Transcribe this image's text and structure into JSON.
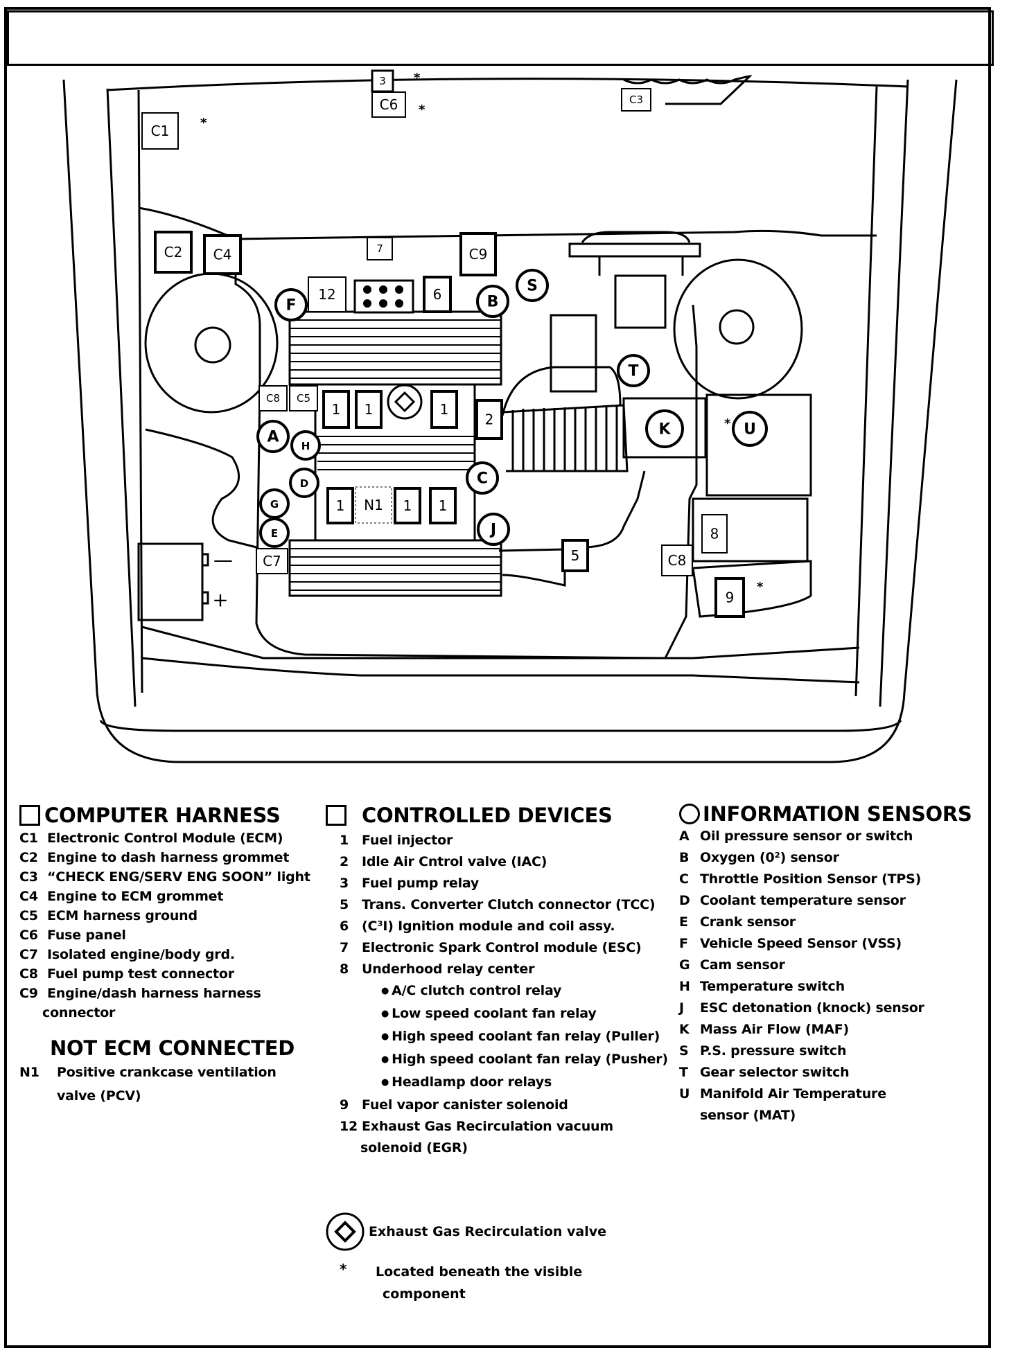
{
  "diagram": {
    "title": "",
    "labels": {
      "c1": "C1",
      "c2": "C2",
      "c3": "C3",
      "c4": "C4",
      "c5": "C5",
      "c6": "C6",
      "c7": "C7",
      "c8a": "C8",
      "c8b": "C8",
      "c9": "C9",
      "n1": "N1",
      "d1a": "1",
      "d1b": "1",
      "d1c": "1",
      "d1d": "1",
      "d1e": "1",
      "d1f": "1",
      "d2": "2",
      "d3": "3",
      "d5": "5",
      "d6": "6",
      "d7": "7",
      "d8": "8",
      "d9": "9",
      "d12": "12",
      "sA": "A",
      "sB": "B",
      "sC": "C",
      "sD": "D",
      "sE": "E",
      "sF": "F",
      "sG": "G",
      "sH": "H",
      "sJ": "J",
      "sK": "K",
      "sS": "S",
      "sT": "T",
      "sU": "U",
      "minus": "—",
      "plus": "+",
      "star": "*"
    }
  },
  "legend": {
    "computer_harness": {
      "heading": "COMPUTER HARNESS",
      "items": [
        {
          "code": "C1",
          "text": "Electronic Control Module (ECM)"
        },
        {
          "code": "C2",
          "text": "Engine to dash harness grommet"
        },
        {
          "code": "C3",
          "text": "“CHECK ENG/SERV ENG SOON” light"
        },
        {
          "code": "C4",
          "text": "Engine to ECM grommet"
        },
        {
          "code": "C5",
          "text": "ECM harness ground"
        },
        {
          "code": "C6",
          "text": "Fuse panel"
        },
        {
          "code": "C7",
          "text": "Isolated engine/body grd."
        },
        {
          "code": "C8",
          "text": "Fuel pump test connector"
        },
        {
          "code": "C9",
          "text": "Engine/dash harness harness"
        }
      ],
      "c9_cont": "connector"
    },
    "not_ecm": {
      "heading": "NOT ECM CONNECTED",
      "code": "N1",
      "line1": "Positive crankcase ventilation",
      "line2": "valve (PCV)"
    },
    "controlled_devices": {
      "heading": "CONTROLLED DEVICES",
      "items": [
        {
          "code": "1",
          "text": "Fuel injector"
        },
        {
          "code": "2",
          "text": "Idle Air Cntrol valve (IAC)"
        },
        {
          "code": "3",
          "text": "Fuel pump relay"
        },
        {
          "code": "5",
          "text": "Trans. Converter Clutch connector (TCC)"
        },
        {
          "code": "6",
          "text": "(C³I) Ignition module and coil assy."
        },
        {
          "code": "7",
          "text": "Electronic Spark Control module (ESC)"
        },
        {
          "code": "8",
          "text": "Underhood relay center"
        }
      ],
      "relays": [
        "A/C clutch control relay",
        "Low speed coolant fan relay",
        "High speed coolant fan relay (Puller)",
        "High speed coolant fan relay (Pusher)",
        "Headlamp door relays"
      ],
      "item9": {
        "code": "9",
        "text": "Fuel vapor canister solenoid"
      },
      "item12": {
        "code": "12",
        "text": "Exhaust Gas Recirculation vacuum"
      },
      "item12_cont": "solenoid (EGR)"
    },
    "information_sensors": {
      "heading": "INFORMATION SENSORS",
      "items": [
        {
          "code": "A",
          "text": "Oil pressure sensor or switch"
        },
        {
          "code": "B",
          "text": "Oxygen (0²) sensor"
        },
        {
          "code": "C",
          "text": "Throttle Position Sensor (TPS)"
        },
        {
          "code": "D",
          "text": "Coolant temperature sensor"
        },
        {
          "code": "E",
          "text": "Crank sensor"
        },
        {
          "code": "F",
          "text": "Vehicle Speed Sensor (VSS)"
        },
        {
          "code": "G",
          "text": "Cam sensor"
        },
        {
          "code": "H",
          "text": "Temperature switch"
        },
        {
          "code": "J",
          "text": "ESC detonation (knock) sensor"
        },
        {
          "code": "K",
          "text": "Mass Air Flow (MAF)"
        },
        {
          "code": "S",
          "text": "P.S. pressure switch"
        },
        {
          "code": "T",
          "text": "Gear selector switch"
        },
        {
          "code": "U",
          "text": "Manifold Air Temperature"
        }
      ],
      "u_cont": "sensor (MAT)"
    },
    "notes": {
      "egr_valve": "Exhaust Gas Recirculation valve",
      "star_symbol": "*",
      "star_line1": "Located beneath the visible",
      "star_line2": "component"
    }
  }
}
